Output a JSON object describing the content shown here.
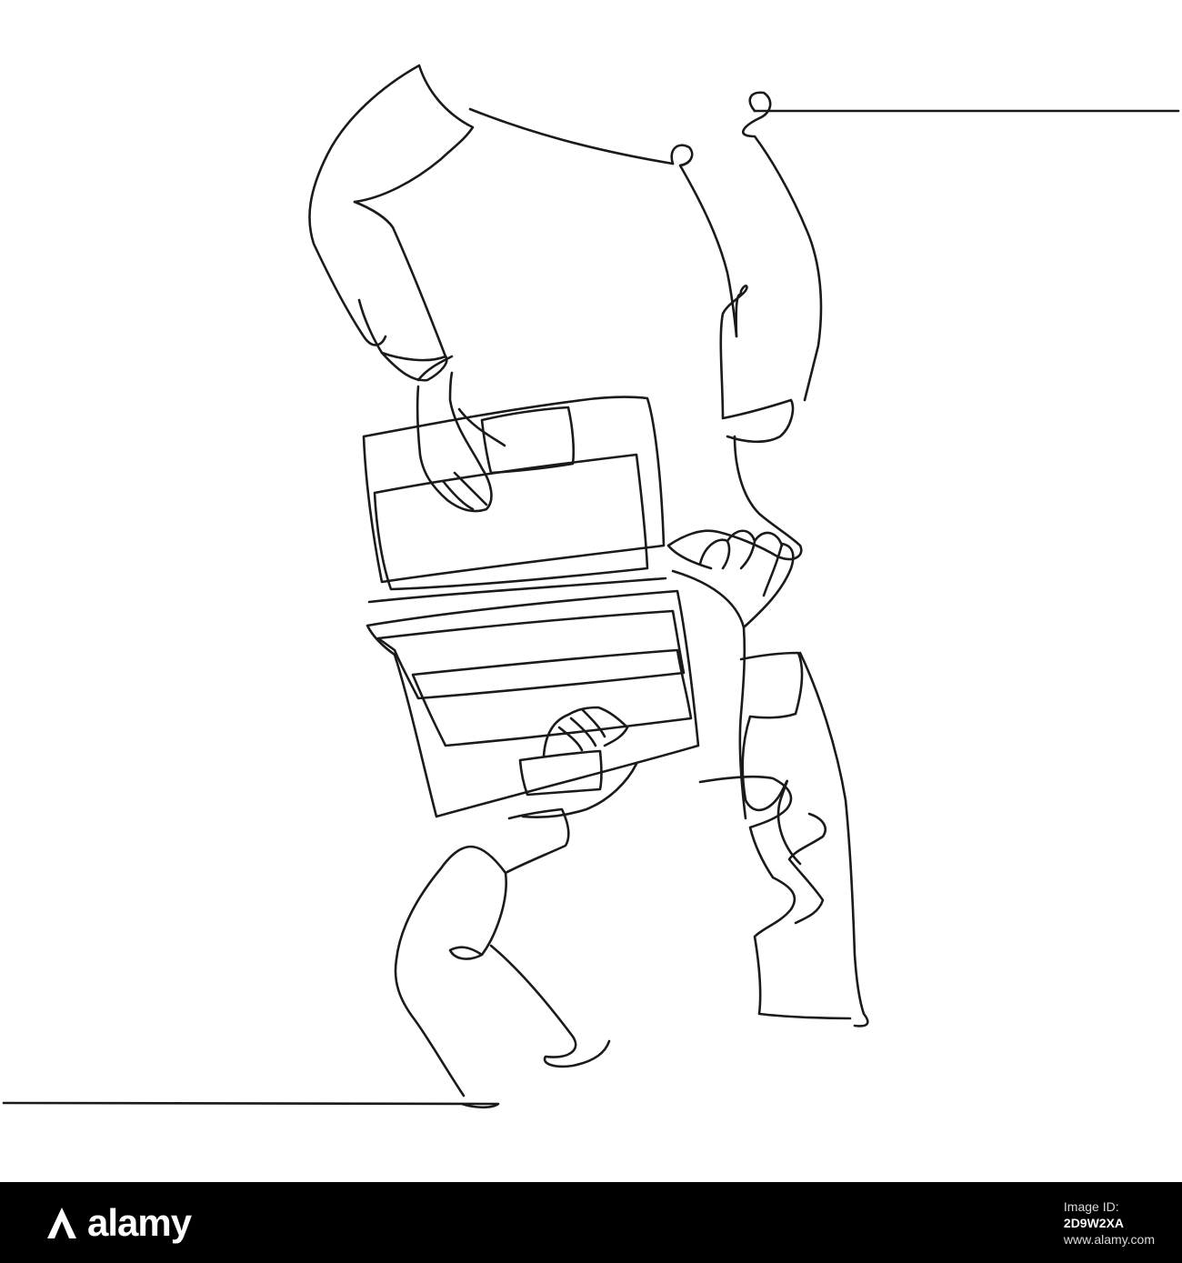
{
  "image": {
    "kind": "continuous line drawing",
    "subject": "two people holding laptops on a staircase"
  },
  "watermark": {
    "brand_text": "alamy",
    "icon": "alamy-a-logo-icon"
  },
  "stock": {
    "label": "Image ID:",
    "id": "2D9W2XA",
    "site": "www.alamy.com"
  },
  "colors": {
    "line": "#1a1a1a",
    "background": "#ffffff",
    "banner": "#000000",
    "banner_text": "#ffffff"
  }
}
